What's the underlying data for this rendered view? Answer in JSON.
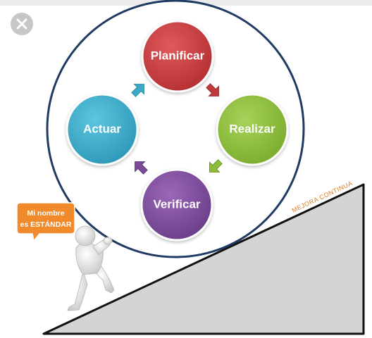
{
  "close_button": {
    "icon": "close-icon"
  },
  "cycle": {
    "nodes": [
      {
        "label": "Planificar",
        "color": "#c0393b"
      },
      {
        "label": "Realizar",
        "color": "#8bbd3a"
      },
      {
        "label": "Verificar",
        "color": "#7b4a99"
      },
      {
        "label": "Actuar",
        "color": "#3baac8"
      }
    ],
    "arrow_colors": [
      "#c0393b",
      "#8bbd3a",
      "#7b4a99",
      "#3baac8"
    ],
    "circle_border_color": "#1f3a63"
  },
  "slope": {
    "label": "MEJORA CONTINUA",
    "label_color": "#e07b1d",
    "fill_color": "#d4d4d4"
  },
  "speech_bubble": {
    "line1": "Mi nombre",
    "line2": "es ESTÁNDAR",
    "color": "#f08a2a"
  }
}
